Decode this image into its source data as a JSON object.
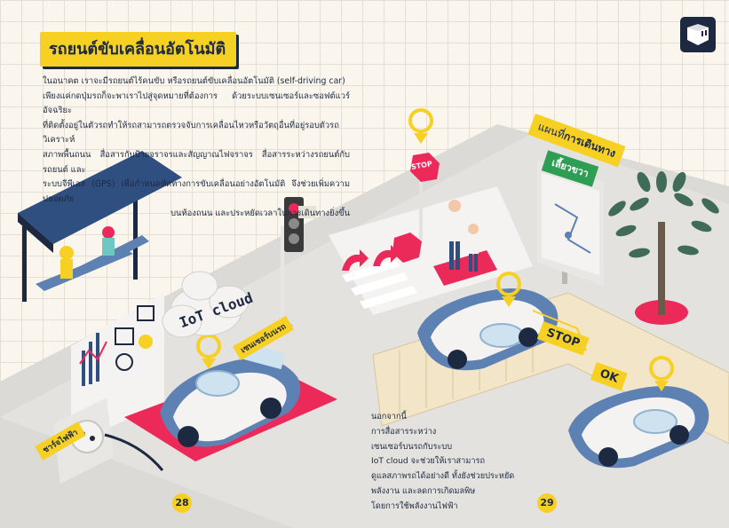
{
  "title": "รถยนต์ขับเคลื่อนอัตโนมัติ",
  "intro": [
    "ในอนาคต เราจะมีรถยนต์ไร้คนขับ หรือรถยนต์ขับเคลื่อนอัตโนมัติ (self-driving car)",
    "เพียงแค่กดปุ่มรถก็จะพาเราไปสู่จุดหมายที่ต้องการ ด้วยระบบเซนเซอร์และซอฟต์แวร์อัจฉริยะ",
    "ที่ติดตั้งอยู่ในตัวรถทำให้รถสามารถตรวจจับการเคลื่อนไหวหรือวัตถุอื่นที่อยู่รอบตัวรถ วิเคราะห์",
    "สภาพพื้นถนน สื่อสารกับป้ายจราจรและสัญญาณไฟจราจร สื่อสารระหว่างรถยนต์กับรถยนต์ และ",
    "ระบบจีพีเอส (GPS) เพื่อกำหนดทิศทางการขับเคลื่อนอย่างอัตโนมัติ จึงช่วยเพิ่มความปลอดภัย",
    "บนท้องถนน และประหยัดเวลาในการเดินทางยิ่งขึ้น"
  ],
  "labels": {
    "map_board": "แผนที่",
    "map_board_bold": "การเดินทาง",
    "turn_right": "เลี้ยวขวา",
    "stop_sign": "STOP",
    "stop_callout": "STOP",
    "ok_callout": "OK",
    "iot_cloud": "IoT cloud",
    "sensor": "เซนเซอร์บนรถ",
    "charger": "ชาร์จไฟฟ้า"
  },
  "note": [
    "นอกจากนี้",
    "การสื่อสารระหว่าง",
    "เซนเซอร์บนรถกับระบบ",
    "IoT cloud จะช่วยให้เราสามารถ",
    "ดูแลสภาพรถได้อย่างดี ทั้งยังช่วยประหยัด",
    "พลังงาน และลดการเกิดมลพิษ",
    "โดยการใช้พลังงานไฟฟ้า"
  ],
  "page_left": "28",
  "page_right": "29",
  "colors": {
    "yellow": "#f6d023",
    "navy": "#1d2940",
    "pink": "#ec2a5a",
    "car_blue": "#5e81b3",
    "road": "#dedcd8"
  }
}
